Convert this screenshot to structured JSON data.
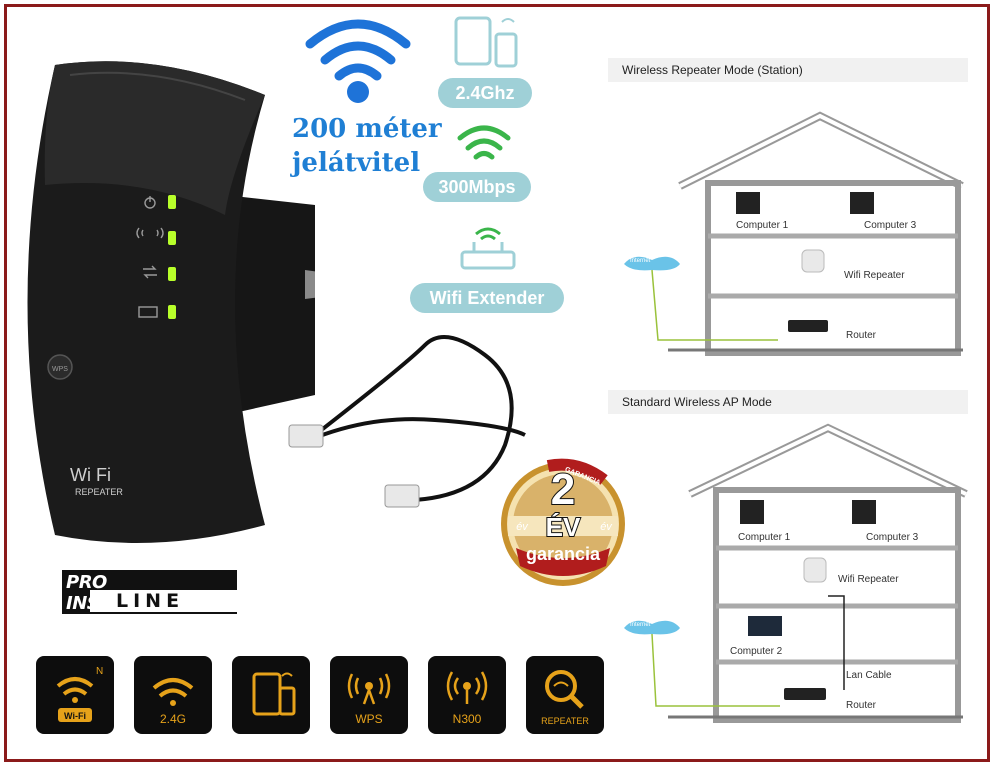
{
  "headline": {
    "line1": "200 méter",
    "line2": "jelátvitel"
  },
  "pills": {
    "frequency": "2.4Ghz",
    "speed": "300Mbps",
    "product": "Wifi Extender"
  },
  "device": {
    "brand_line1": "Wi Fi",
    "brand_line2": "REPEATER",
    "button_label": "WPS"
  },
  "brand": {
    "top": "PRO INSTRUMENT",
    "bottom": "LINE"
  },
  "badge": {
    "number": "2",
    "year_word": "ÉV",
    "side_left": "év",
    "side_right": "év",
    "ribbon": "garancia",
    "arc_text": "GARANCIA"
  },
  "features": [
    {
      "label": "",
      "icon": "wifi-n-icon"
    },
    {
      "label": "2.4G",
      "icon": "wifi-signal-icon"
    },
    {
      "label": "",
      "icon": "devices-icon"
    },
    {
      "label": "WPS",
      "icon": "wps-antenna-icon"
    },
    {
      "label": "N300",
      "icon": "n300-icon"
    },
    {
      "label": "REPEATER",
      "icon": "repeater-search-icon"
    }
  ],
  "feature_misc": {
    "wifi_badge": "Wi-Fi",
    "n_letter": "N"
  },
  "diagram_repeater": {
    "title": "Wireless Repeater Mode (Station)",
    "computer1": "Computer 1",
    "computer3": "Computer 3",
    "repeater": "Wifi Repeater",
    "router": "Router",
    "internet": "Internet"
  },
  "diagram_ap": {
    "title": "Standard Wireless AP Mode",
    "computer1": "Computer 1",
    "computer3": "Computer 3",
    "repeater": "Wifi Repeater",
    "computer2": "Computer 2",
    "lan": "Lan Cable",
    "router": "Router",
    "internet": "Internet"
  },
  "colors": {
    "frame": "#8b1a1a",
    "accent_blue": "#1f7fd4",
    "pill": "#9fd0d7",
    "led": "#b8ff2a",
    "feature_gold": "#e6a21a",
    "badge_red": "#b11d1d"
  }
}
